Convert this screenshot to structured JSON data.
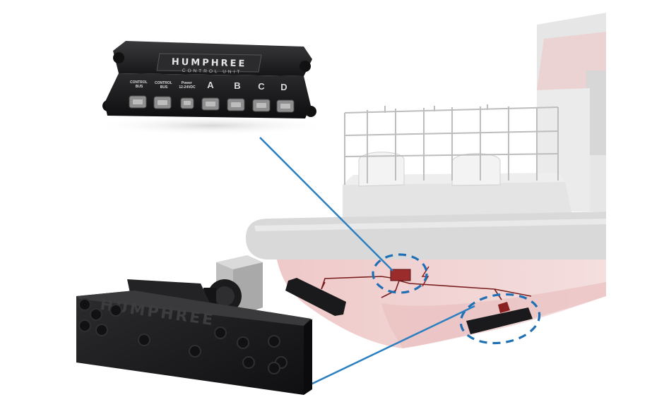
{
  "control_unit": {
    "brand": "HUMPHREE",
    "subtitle": "CONTROL UNIT",
    "port_labels": {
      "control_bus_1": [
        "CONTROL",
        "BUS"
      ],
      "control_bus_2": [
        "CONTROL",
        "BUS"
      ],
      "power": [
        "Power",
        "12-24VDC"
      ],
      "a": "A",
      "b": "B",
      "c": "C",
      "d": "D"
    }
  },
  "interceptor": {
    "brand": "HUMPHREE"
  },
  "colors": {
    "leader_line": "#2a7fc1",
    "highlight_ring": "#1f6fb5",
    "hull_tint": "#f1d3d3",
    "wiring": "#7a1f1f",
    "hardware": "#1d1d1f",
    "superstructure": "#e3e3e3"
  },
  "icons": [
    "control-unit-image",
    "interceptor-image",
    "actuator-icon",
    "boat-illustration"
  ]
}
